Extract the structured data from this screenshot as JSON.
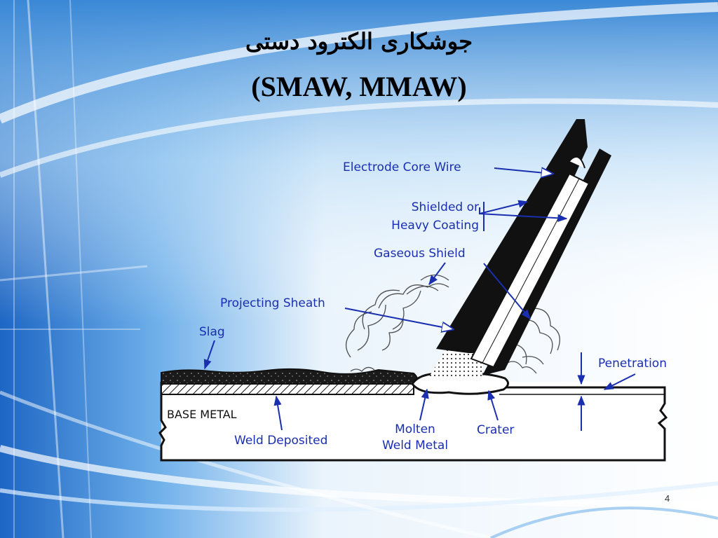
{
  "slide": {
    "title_fa": "جوشکاری الکترود دستی",
    "title_en": "(SMAW, MMAW)",
    "page_number": "4"
  },
  "diagram": {
    "labels": {
      "electrode_core_wire": "Electrode Core Wire",
      "shielded_or": "Shielded or",
      "heavy_coating": "Heavy Coating",
      "gaseous_shield": "Gaseous Shield",
      "projecting_sheath": "Projecting Sheath",
      "slag": "Slag",
      "penetration": "Penetration",
      "base_metal": "BASE METAL",
      "weld_deposited": "Weld Deposited",
      "molten": "Molten",
      "weld_metal": "Weld Metal",
      "crater": "Crater"
    }
  },
  "colors": {
    "label_text": "#1a2fb0",
    "arrow": "#1a2fb0",
    "background_blue": "#2f7fd0"
  }
}
